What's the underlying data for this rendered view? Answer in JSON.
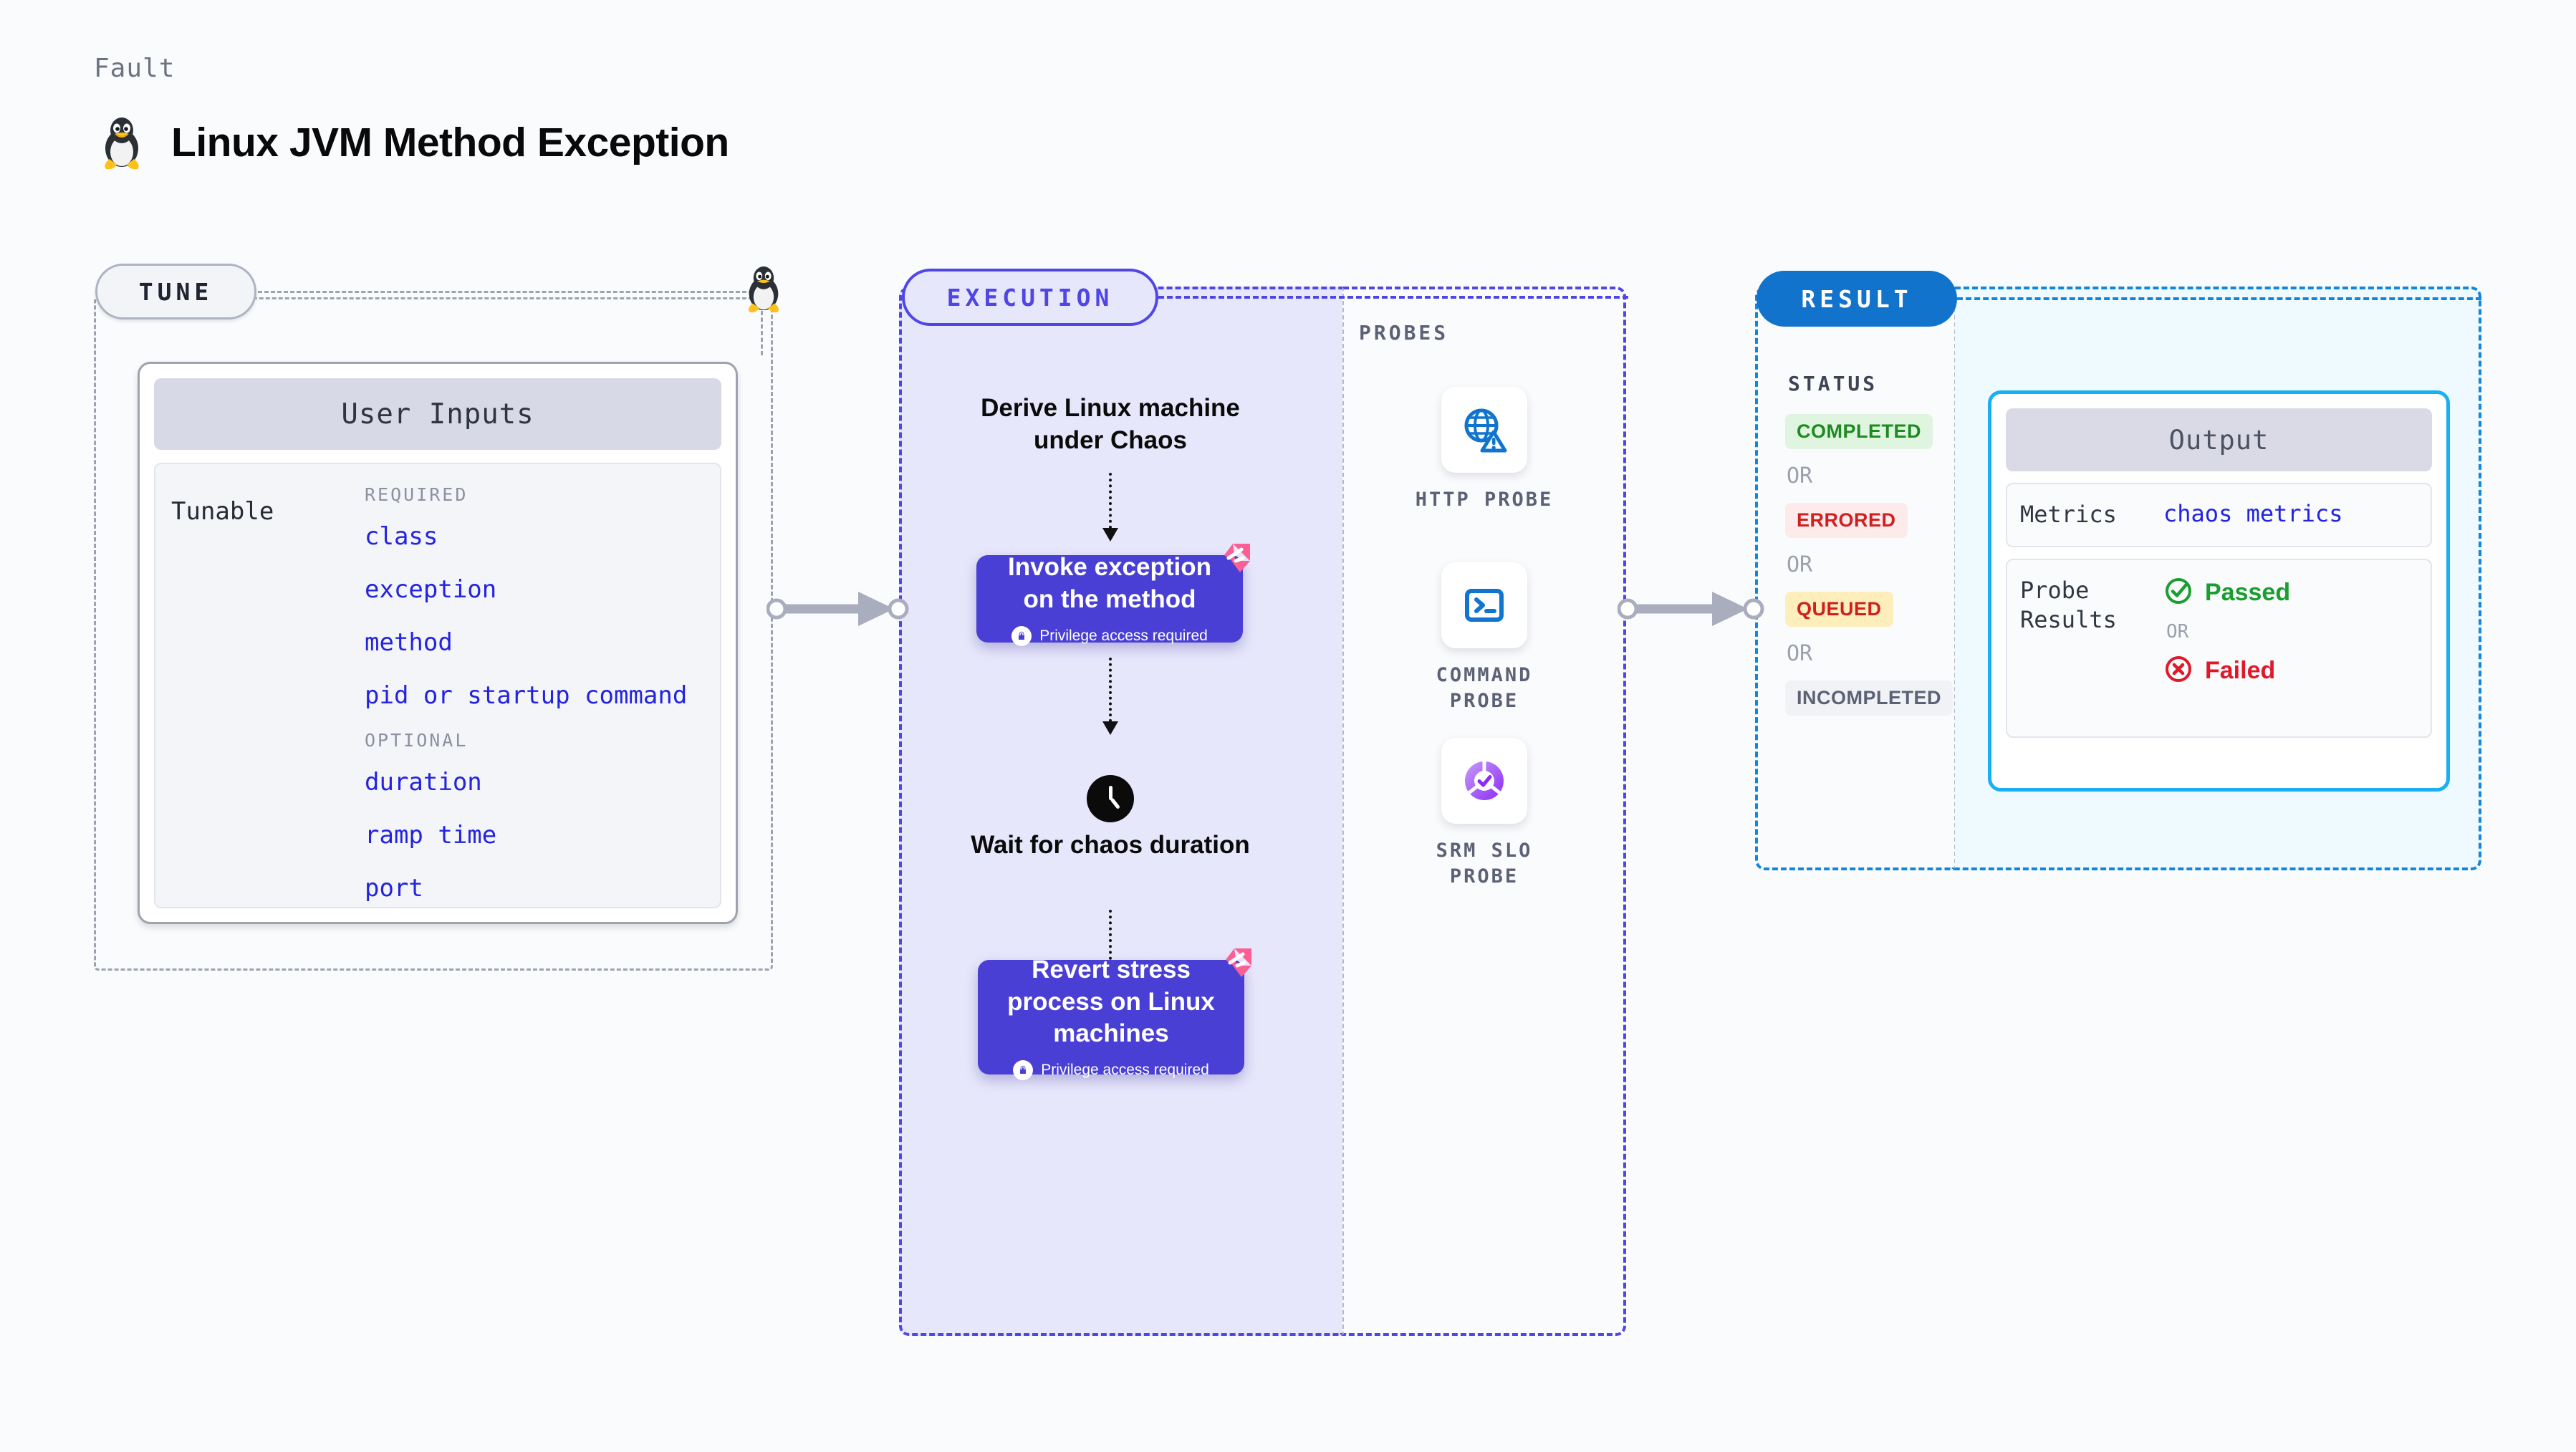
{
  "header": {
    "kicker": "Fault",
    "title": "Linux JVM Method Exception",
    "icon": "linux-penguin-icon"
  },
  "tune": {
    "pill_label": "TUNE",
    "card_title": "User Inputs",
    "row_label": "Tunable",
    "groups": [
      {
        "name": "REQUIRED",
        "items": [
          "class",
          "exception",
          "method",
          "pid or startup command"
        ]
      },
      {
        "name": "OPTIONAL",
        "items": [
          "duration",
          "ramp time",
          "port"
        ]
      }
    ]
  },
  "execution": {
    "pill_label": "EXECUTION",
    "steps": [
      {
        "kind": "text",
        "label": "Derive Linux machine under Chaos"
      },
      {
        "kind": "node",
        "label": "Invoke exception on the method",
        "sub": "Privilege access required",
        "badge": "chaos-badge-icon"
      },
      {
        "kind": "text",
        "label": "Wait for chaos duration",
        "icon": "clock-icon"
      },
      {
        "kind": "node",
        "label": "Revert stress process on Linux machines",
        "sub": "Privilege access required",
        "badge": "chaos-badge-icon"
      }
    ]
  },
  "probes": {
    "title": "PROBES",
    "items": [
      {
        "label": "HTTP PROBE",
        "icon": "globe-warning-icon"
      },
      {
        "label": "COMMAND PROBE",
        "icon": "terminal-icon"
      },
      {
        "label": "SRM SLO PROBE",
        "icon": "slo-donut-check-icon"
      }
    ]
  },
  "result": {
    "pill_label": "RESULT",
    "status_title": "STATUS",
    "or_label": "OR",
    "statuses": [
      {
        "label": "COMPLETED",
        "bg": "#dff5df",
        "fg": "#1d8a22"
      },
      {
        "label": "ERRORED",
        "bg": "#fdeaea",
        "fg": "#cf2020"
      },
      {
        "label": "QUEUED",
        "bg": "#fdeebb",
        "fg": "#cf2020"
      },
      {
        "label": "INCOMPLETED",
        "bg": "#f1f2f6",
        "fg": "#5c6275"
      }
    ],
    "output": {
      "title": "Output",
      "metrics_key": "Metrics",
      "metrics_value": "chaos metrics",
      "probe_key": "Probe Results",
      "passed_label": "Passed",
      "failed_label": "Failed",
      "or_label": "OR"
    }
  },
  "colors": {
    "accent_indigo": "#4f46e5",
    "node_purple": "#4a3fd4",
    "result_blue": "#1186dd",
    "link_blue": "#2323e0",
    "chaos_pink": "#fb5f93"
  }
}
